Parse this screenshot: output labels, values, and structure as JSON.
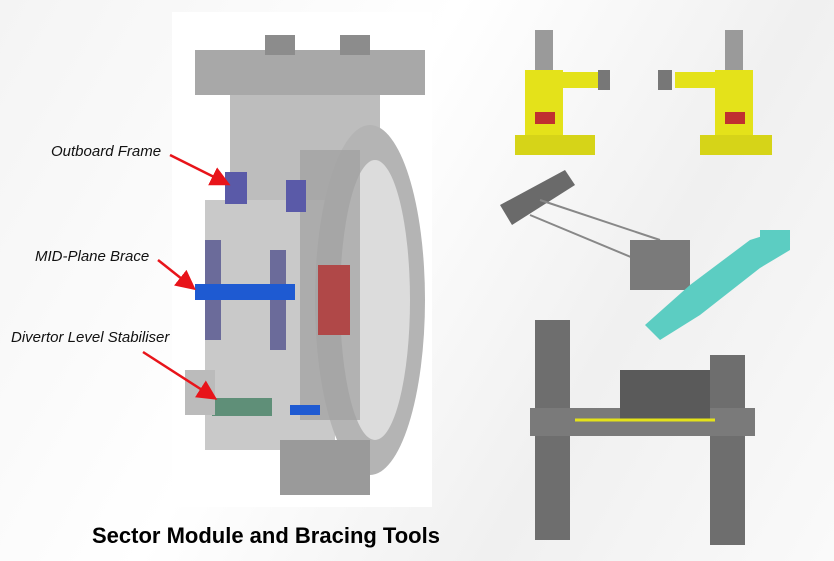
{
  "title": "Sector Module and Bracing Tools",
  "labels": {
    "outboard_frame": "Outboard Frame",
    "mid_plane_brace": "MID-Plane Brace",
    "divertor_stabiliser": "Divertor Level Stabiliser"
  },
  "colors": {
    "arrow": "#e8141a",
    "outboard_frame": "#5a5aa8",
    "mid_plane_brace": "#1e5ad2",
    "divertor_stabiliser": "#5f8f78",
    "jacks": "#e4e21a",
    "brace_tool": "#5ccdc2",
    "frame_tool": "#6e6e6e"
  }
}
